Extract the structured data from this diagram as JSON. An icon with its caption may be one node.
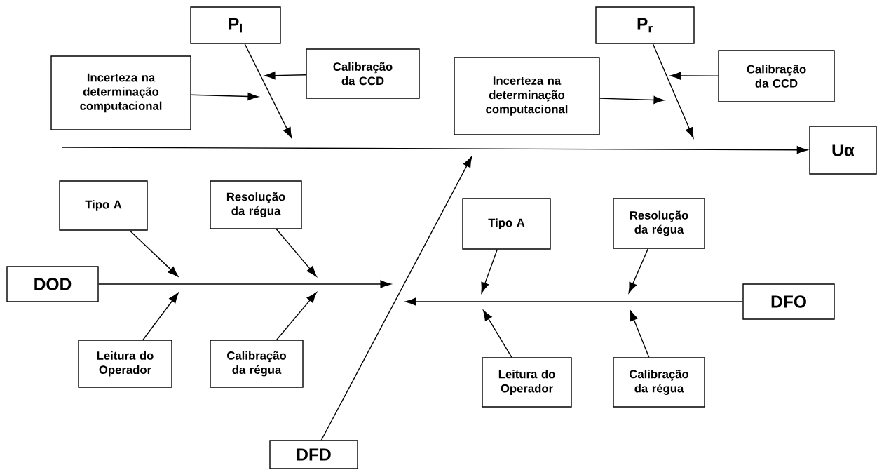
{
  "diagram": {
    "nodes": [
      {
        "text": [
          "P$_{l}$"
        ]
      },
      {
        "text": [
          "Incerteza na determinação computacional"
        ]
      },
      {
        "text": [
          "Calibração da CCD"
        ]
      },
      {
        "text": [
          "P$_{r}$"
        ]
      },
      {
        "text": [
          "Incerteza na determinação computacional"
        ]
      },
      {
        "text": [
          "Calibração da CCD"
        ]
      },
      {
        "text": [
          "Uα"
        ]
      },
      {
        "text": [
          "Tipo A"
        ]
      },
      {
        "text": [
          "Resolução da régua"
        ]
      },
      {
        "text": [
          "DOD"
        ]
      },
      {
        "text": [
          "Leitura do Operador"
        ]
      },
      {
        "text": [
          "Calibração da régua"
        ]
      },
      {
        "text": [
          "Tipo A"
        ]
      },
      {
        "text": [
          "Resolução da régua"
        ]
      },
      {
        "text": [
          "DFO"
        ]
      },
      {
        "text": [
          "Leitura do Operador"
        ]
      },
      {
        "text": [
          "Calibração da régua"
        ]
      },
      {
        "text": [
          "DFD"
        ]
      }
    ],
    "edges": [
      {
        "from": null,
        "to": 6,
        "arrow": "to"
      },
      {
        "from": 0,
        "to": null,
        "arrow": "to"
      },
      {
        "from": 1,
        "to": null,
        "arrow": "to"
      },
      {
        "from": 2,
        "to": null,
        "arrow": "to"
      },
      {
        "from": 3,
        "to": null,
        "arrow": "to"
      },
      {
        "from": 4,
        "to": null,
        "arrow": "to"
      },
      {
        "from": 5,
        "to": null,
        "arrow": "to"
      },
      {
        "from": 17,
        "to": null,
        "arrow": "to"
      },
      {
        "from": 9,
        "to": null,
        "arrow": "to"
      },
      {
        "from": 7,
        "to": null,
        "arrow": "to"
      },
      {
        "from": 10,
        "to": null,
        "arrow": "to"
      },
      {
        "from": 8,
        "to": null,
        "arrow": "to"
      },
      {
        "from": 11,
        "to": null,
        "arrow": "to"
      },
      {
        "from": 14,
        "to": null,
        "arrow": "to"
      },
      {
        "from": 12,
        "to": null,
        "arrow": "to"
      },
      {
        "from": 15,
        "to": null,
        "arrow": "to"
      },
      {
        "from": 13,
        "to": null,
        "arrow": "to"
      },
      {
        "from": 16,
        "to": null,
        "arrow": "to"
      }
    ]
  }
}
